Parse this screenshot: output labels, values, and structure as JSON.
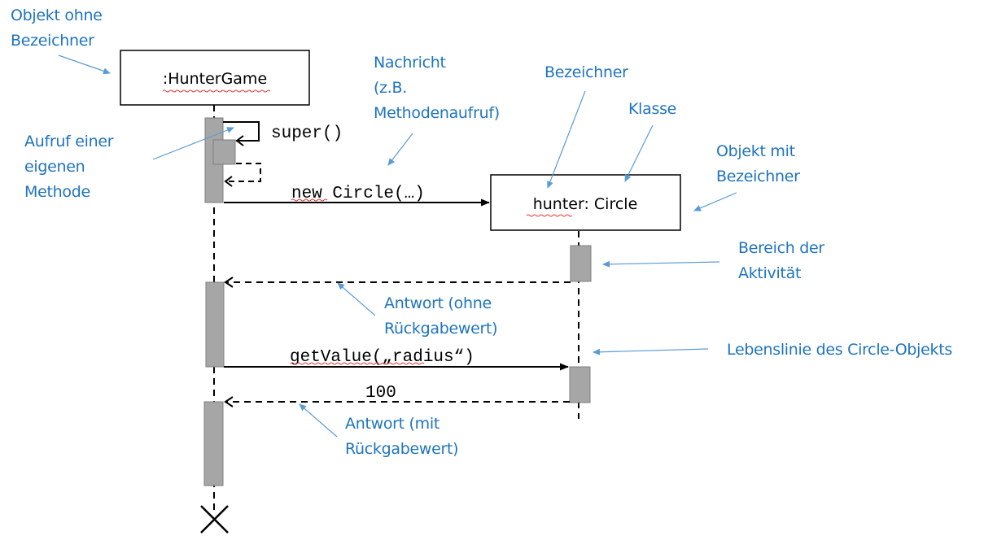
{
  "diagram": {
    "type": "UML sequence diagram",
    "objects": [
      {
        "id": "hg",
        "label": ":HunterGame",
        "underlined_part": "HunterGame"
      },
      {
        "id": "hc",
        "label": "hunter: Circle",
        "underlined_part": "hunter"
      }
    ],
    "messages": [
      {
        "id": "m_super",
        "label": "super()",
        "kind": "self-call"
      },
      {
        "id": "m_new",
        "label": "new Circle(…)",
        "kind": "sync-call",
        "from": "hg",
        "to": "hc"
      },
      {
        "id": "m_ret1",
        "label": "",
        "kind": "return",
        "from": "hc",
        "to": "hg"
      },
      {
        "id": "m_get",
        "label": "getValue(„radius“)",
        "kind": "sync-call",
        "from": "hg",
        "to": "hc"
      },
      {
        "id": "m_ret2",
        "label": "100",
        "kind": "return",
        "from": "hc",
        "to": "hg"
      }
    ],
    "annotations": [
      {
        "id": "a_obj_ohne",
        "text": "Objekt ohne\nBezeichner"
      },
      {
        "id": "a_aufruf",
        "text": "Aufruf einer\neigenen\nMethode"
      },
      {
        "id": "a_nachricht",
        "text": "Nachricht\n(z.B.\nMethodenaufruf)"
      },
      {
        "id": "a_bezeichner",
        "text": "Bezeichner"
      },
      {
        "id": "a_klasse",
        "text": "Klasse"
      },
      {
        "id": "a_obj_mit",
        "text": "Objekt mit\nBezeichner"
      },
      {
        "id": "a_bereich",
        "text": "Bereich der\nAktivität"
      },
      {
        "id": "a_antwort_ohne",
        "text": "Antwort (ohne\nRückgabewert)"
      },
      {
        "id": "a_lebenslinie",
        "text": "Lebenslinie des Circle-Objekts"
      },
      {
        "id": "a_antwort_mit",
        "text": "Antwort (mit\nRückgabewert)"
      }
    ],
    "colors": {
      "annotation_text": "#1F74BD",
      "annotation_arrow": "#5B9BD5",
      "activation_fill": "#A6A6A6",
      "activation_stroke": "#7F7F7F",
      "lines": "#000000",
      "spellcheck_underline": "#E53935"
    }
  }
}
